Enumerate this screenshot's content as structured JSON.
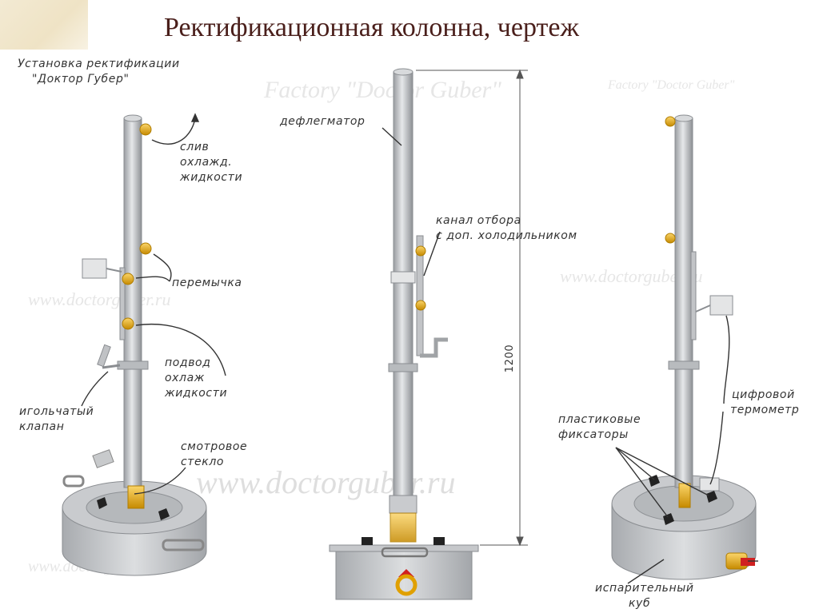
{
  "slide": {
    "title": "Ректификационная колонна, чертеж"
  },
  "labels": {
    "installation": [
      "Установка ректификации",
      "\"Доктор Губер\""
    ],
    "drain": [
      "слив",
      "охлажд.",
      "жидкости"
    ],
    "jumper": "перемычка",
    "coolant_supply": [
      "подвод",
      "охлаж",
      "жидкости"
    ],
    "needle_valve": [
      "игольчатый",
      "клапан"
    ],
    "sight_glass": [
      "смотровое",
      "стекло"
    ],
    "dephlegmator": "дефлегматор",
    "take_off_channel": [
      "канал отбора",
      "с доп. холодильником"
    ],
    "height_dimension": "1200",
    "plastic_clamps": [
      "пластиковые",
      "фиксаторы"
    ],
    "digital_thermometer": [
      "цифровой",
      "термометр"
    ],
    "evaporation_tank": [
      "испарительный",
      "куб"
    ]
  },
  "watermarks": {
    "site_url": "www.doctorguber.ru",
    "factory": "Factory \"Doctor Guber\""
  },
  "colors": {
    "title": "#4a1f1b",
    "steel": "#b9bcbf",
    "fitting": "#e0a000",
    "dark": "#333333"
  }
}
